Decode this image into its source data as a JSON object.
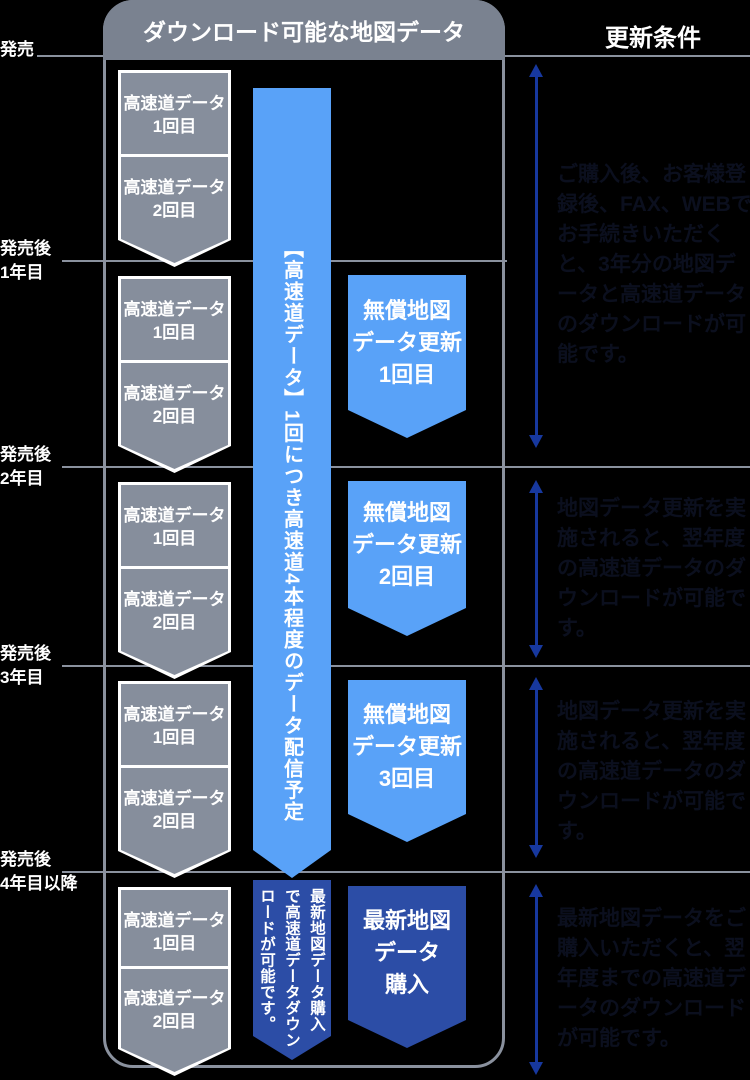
{
  "header": {
    "title": "ダウンロード可能な地図データ",
    "right_title": "更新条件"
  },
  "years": [
    {
      "l1": "発売",
      "l2": ""
    },
    {
      "l1": "発売後",
      "l2": "1年目"
    },
    {
      "l1": "発売後",
      "l2": "2年目"
    },
    {
      "l1": "発売後",
      "l2": "3年目"
    },
    {
      "l1": "発売後",
      "l2": "4年目以降"
    }
  ],
  "highway": {
    "title": "高速道データ",
    "first": "1回目",
    "second": "2回目"
  },
  "center_ribbon": {
    "text": "【高速道データ】1回につき高速道4本程度のデータ配信予定"
  },
  "free_updates": [
    {
      "l1": "無償地図",
      "l2": "データ更新",
      "l3": "1回目"
    },
    {
      "l1": "無償地図",
      "l2": "データ更新",
      "l3": "2回目"
    },
    {
      "l1": "無償地図",
      "l2": "データ更新",
      "l3": "3回目"
    }
  ],
  "purchase": {
    "l1": "最新地図",
    "l2": "データ",
    "l3": "購入"
  },
  "purchase_note": {
    "c1": "最新地図データ購入",
    "c2": "で高速道データダウン",
    "c3": "ロードが可能です。"
  },
  "conditions": [
    {
      "text": "ご購入後、お客様登録後、FAX、WEBでお手続きいただくと、3年分の地図データと高速道データのダウンロードが可能です。"
    },
    {
      "text": "地図データ更新を実施されると、翌年度の高速道データのダウンロードが可能です。"
    },
    {
      "text": "地図データ更新を実施されると、翌年度の高速道データのダウンロードが可能です。"
    },
    {
      "text": "最新地図データをご購入いただくと、翌年度までの高速道データのダウンロードが可能です。"
    }
  ],
  "colors": {
    "background": "#000000",
    "panel_gray": "#7A8290",
    "chevron_gray": "#868E9C",
    "line_gray": "#8A919E",
    "light_blue": "#59A2F8",
    "navy": "#2C4DA6",
    "arrow_blue": "#17389E",
    "condition_text": "#0B0F1E",
    "text_white": "#FFFFFF"
  }
}
